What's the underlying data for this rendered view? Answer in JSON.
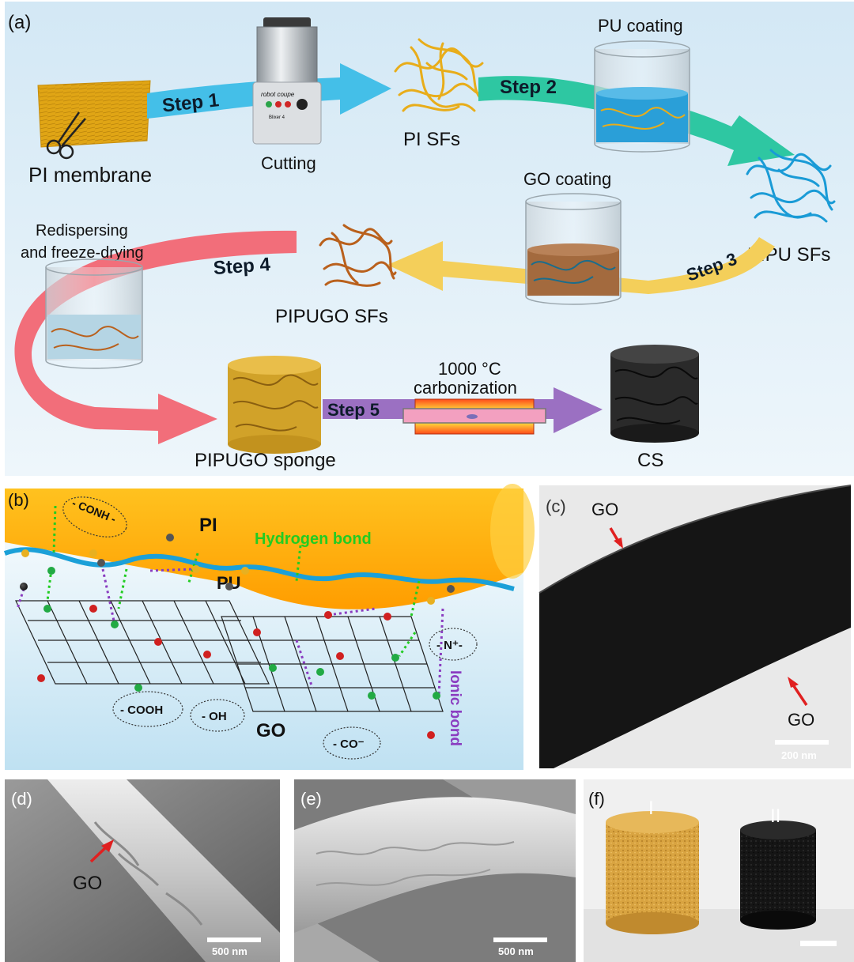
{
  "panel_a": {
    "label": "(a)",
    "steps": [
      "Step 1",
      "Step 2",
      "Step 3",
      "Step 4",
      "Step 5"
    ],
    "pi_membrane": "PI membrane",
    "cutting": "Cutting",
    "blender_brand": "robot coupe",
    "blender_model": "Blixer 4",
    "pi_sfs": "PI SFs",
    "pu_coating": "PU coating",
    "pipu_sfs": "PIPU SFs",
    "go_coating": "GO coating",
    "pipugo_sfs": "PIPUGO SFs",
    "redispersing_1": "Redispersing",
    "redispersing_2": "and freeze-drying",
    "pipugo_sponge": "PIPUGO sponge",
    "temp": "1000 °C",
    "carbonization": "carbonization",
    "cs": "CS"
  },
  "panel_b": {
    "label": "(b)",
    "pi": "PI",
    "pu": "PU",
    "go": "GO",
    "hydrogen_bond": "Hydrogen bond",
    "ionic_bond": "Ionic bond",
    "conh": "- CONH -",
    "cooh": "- COOH",
    "oh": "- OH",
    "co": "- CO⁻",
    "nplus": "- N⁺-"
  },
  "panel_c": {
    "label": "(c)",
    "go_top": "GO",
    "go_bottom": "GO",
    "scale": "200 nm"
  },
  "panel_d": {
    "label": "(d)",
    "go": "GO",
    "scale": "500 nm"
  },
  "panel_e": {
    "label": "(e)",
    "scale": "500 nm"
  },
  "panel_f": {
    "label": "(f)",
    "i": "I",
    "ii": "II"
  },
  "colors": {
    "panel_a_bg_top": "#d4e9f6",
    "panel_a_bg_bottom": "#eef6fb",
    "step1_arrow": "#43bde6",
    "step2_arrow": "#2bc7a0",
    "step3_arrow": "#f4cf5a",
    "step4_arrow": "#f06e78",
    "step5_arrow": "#9a6fc0",
    "pi_fiber": "#e8ad1a",
    "pu_fiber": "#1a9bd6",
    "go_fiber": "#b9601c",
    "pi_band": "#ffb000",
    "hydrogen_bond": "#22cc22",
    "ionic_bond": "#8a3cc0",
    "arrow_red": "#e02020"
  }
}
